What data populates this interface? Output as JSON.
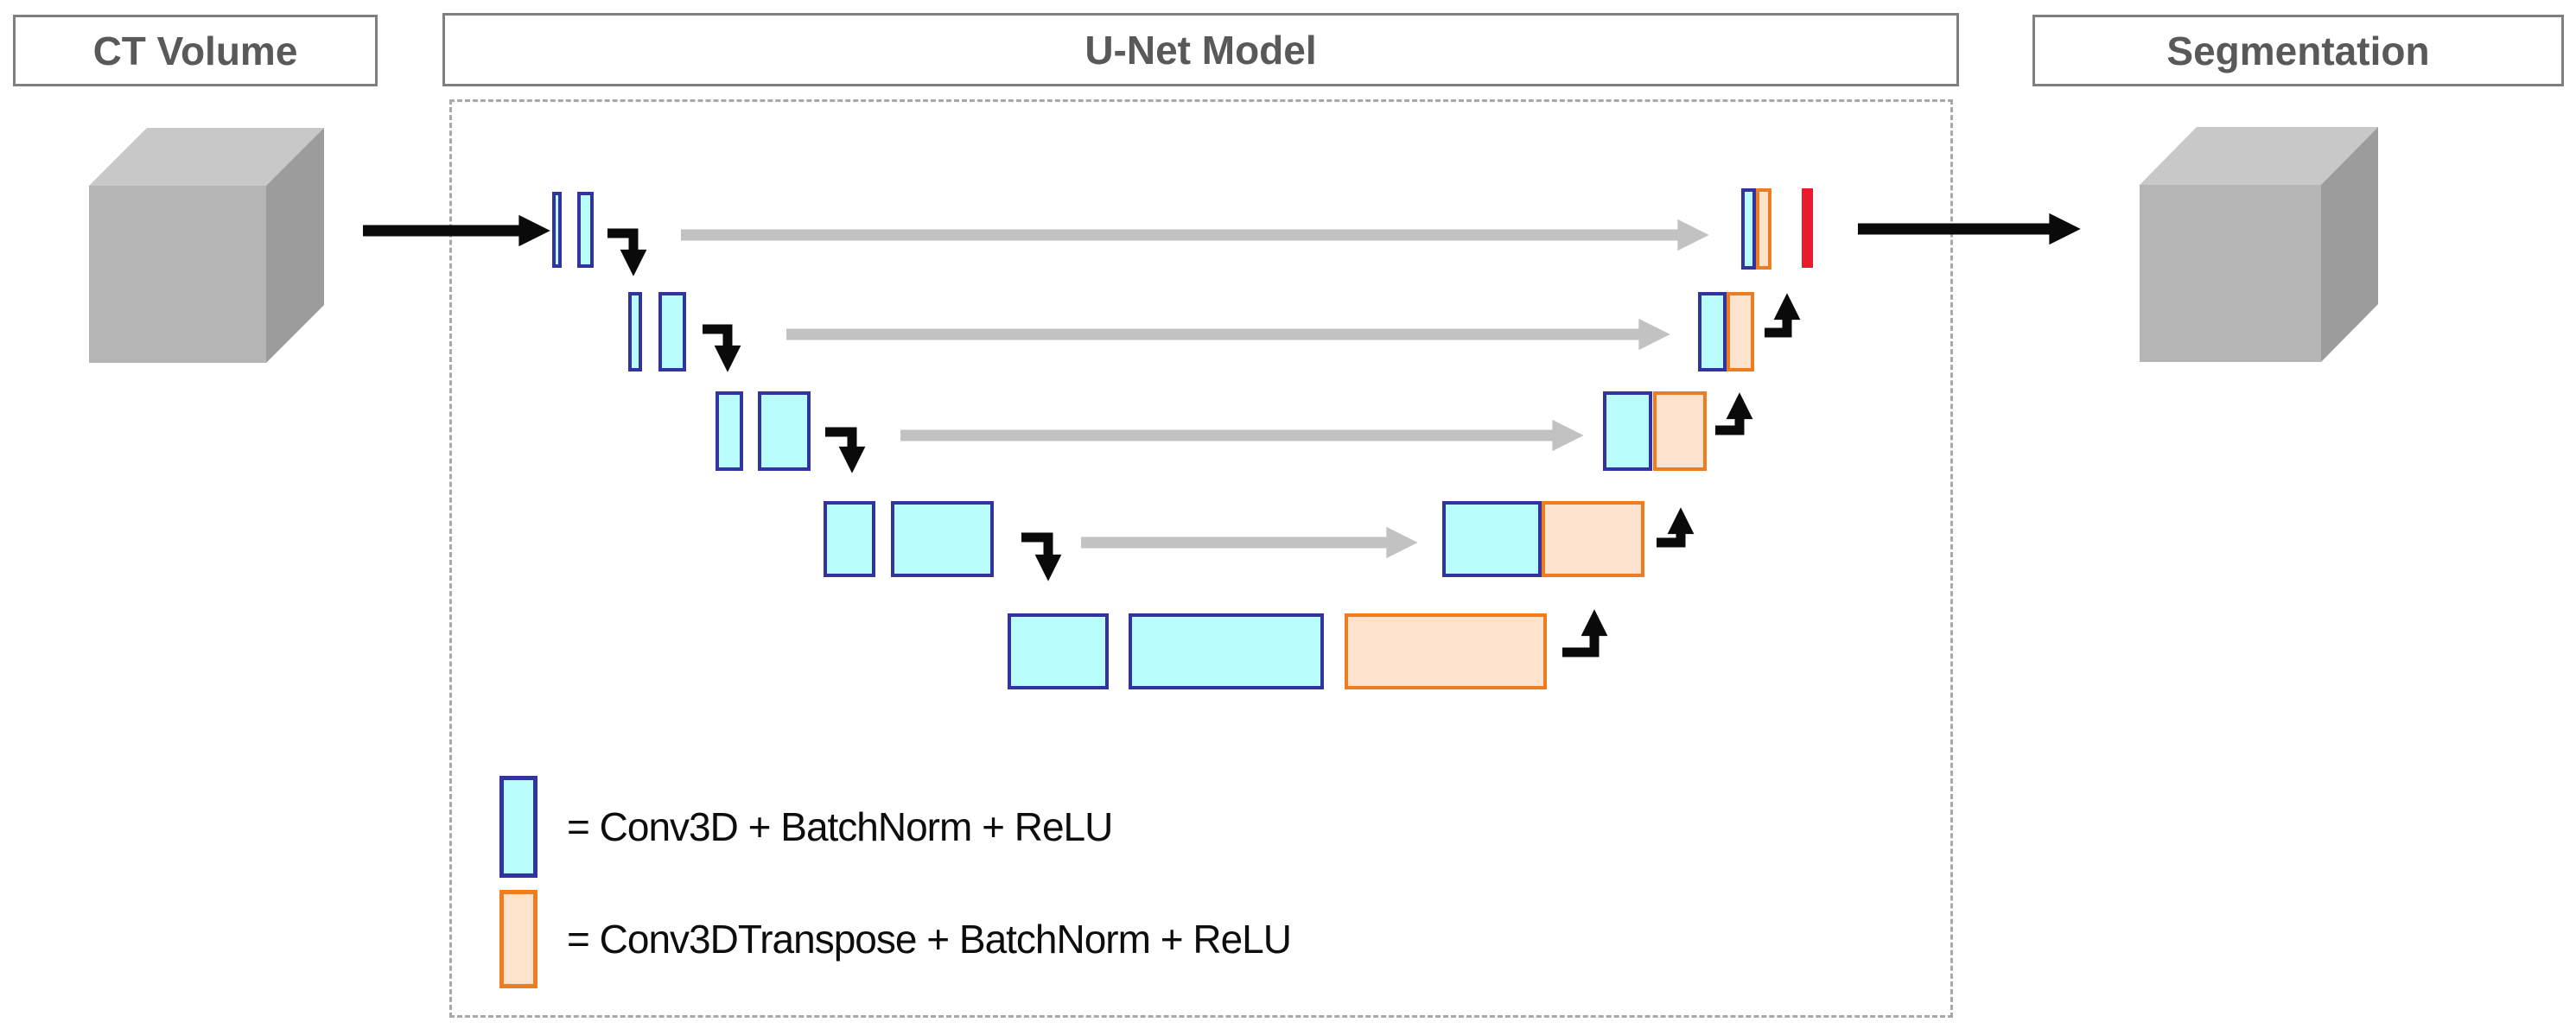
{
  "header": {
    "input_label": "CT Volume",
    "model_label": "U-Net Model",
    "output_label": "Segmentation"
  },
  "legend": {
    "conv_label": "= Conv3D + BatchNorm + ReLU",
    "deconv_label": "= Conv3DTranspose + BatchNorm + ReLU"
  },
  "colors": {
    "conv_fill": "#b8fcfc",
    "conv_border": "#3333a0",
    "deconv_fill": "#fde3cd",
    "deconv_border": "#ee7d22",
    "output_red": "#e81c2d",
    "skip_arrow_gray": "#c2c2c2",
    "flow_arrow_black": "#0a0a0a",
    "dashed_border_gray": "#a8a8a8",
    "header_text_gray": "#595959",
    "cube_front_gray": "#b5b5b5",
    "cube_top_gray": "#c8c8c8",
    "cube_side_gray": "#9c9c9c"
  }
}
